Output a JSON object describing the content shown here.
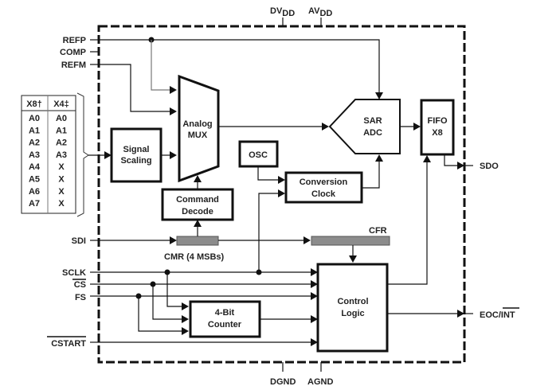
{
  "diagram": {
    "supply_pins": {
      "dvdd": "DV",
      "dvdd_sub": "DD",
      "avdd": "AV",
      "avdd_sub": "DD"
    },
    "ground_pins": {
      "dgnd": "DGND",
      "agnd": "AGND"
    },
    "left_pins": {
      "refp": "REFP",
      "comp": "COMP",
      "refm": "REFM",
      "sdi": "SDI",
      "sclk": "SCLK",
      "cs": "CS",
      "fs": "FS",
      "cstart": "CSTART"
    },
    "right_pins": {
      "sdo": "SDO",
      "eoc": "EOC/",
      "int": "INT"
    },
    "blocks": {
      "signal_scaling": [
        "Signal",
        "Scaling"
      ],
      "analog_mux": [
        "Analog",
        "MUX"
      ],
      "command_decode": [
        "Command",
        "Decode"
      ],
      "osc": "OSC",
      "conversion_clock": [
        "Conversion",
        "Clock"
      ],
      "sar_adc": [
        "SAR",
        "ADC"
      ],
      "fifo": [
        "FIFO",
        "X8"
      ],
      "counter": [
        "4-Bit",
        "Counter"
      ],
      "control_logic": [
        "Control",
        "Logic"
      ]
    },
    "registers": {
      "cmr": "CMR (4 MSBs)",
      "cfr": "CFR"
    },
    "input_table": {
      "headers": [
        "X8†",
        "X4‡"
      ],
      "rows": [
        [
          "A0",
          "A0"
        ],
        [
          "A1",
          "A1"
        ],
        [
          "A2",
          "A2"
        ],
        [
          "A3",
          "A3"
        ],
        [
          "A4",
          "X"
        ],
        [
          "A5",
          "X"
        ],
        [
          "A6",
          "X"
        ],
        [
          "A7",
          "X"
        ]
      ]
    }
  }
}
